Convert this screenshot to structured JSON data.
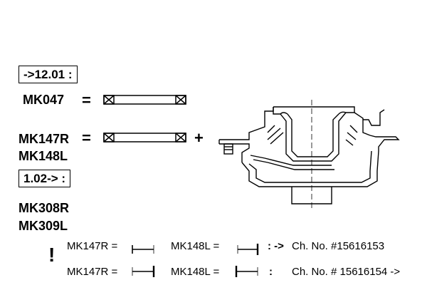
{
  "box_date_1": "->12.01 :",
  "box_date_2": "1.02-> :",
  "part_mk047": "MK047",
  "part_mk147r": "MK147R",
  "part_mk148l": "MK148L",
  "part_mk308r": "MK308R",
  "part_mk309l": "MK309L",
  "eq_sign": "=",
  "plus_sign": "+",
  "exclamation": "!",
  "note_row1": {
    "left": "MK147R =",
    "mid": "MK148L =",
    "colon": ": ->",
    "chassis": "Ch. No. #15616153"
  },
  "note_row2": {
    "left": "MK147R =",
    "mid": "MK148L =",
    "colon": ":",
    "chassis": "Ch. No. # 15616154 ->"
  }
}
